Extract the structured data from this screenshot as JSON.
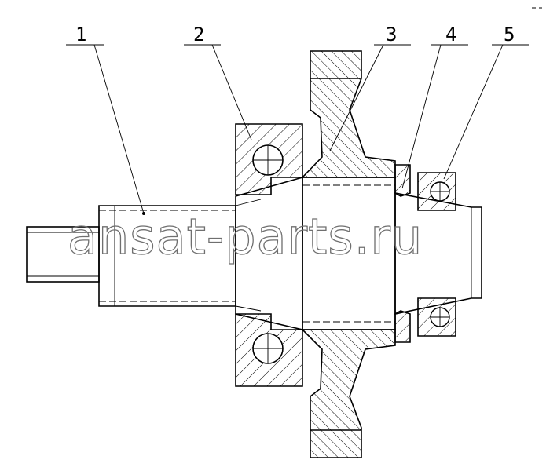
{
  "callouts": [
    {
      "label": "1"
    },
    {
      "label": "2"
    },
    {
      "label": "3"
    },
    {
      "label": "4"
    },
    {
      "label": "5"
    }
  ],
  "watermark": "ansat-parts.ru",
  "colors": {
    "line": "#000000",
    "watermark": "#6f6f6f",
    "background": "#ffffff"
  }
}
